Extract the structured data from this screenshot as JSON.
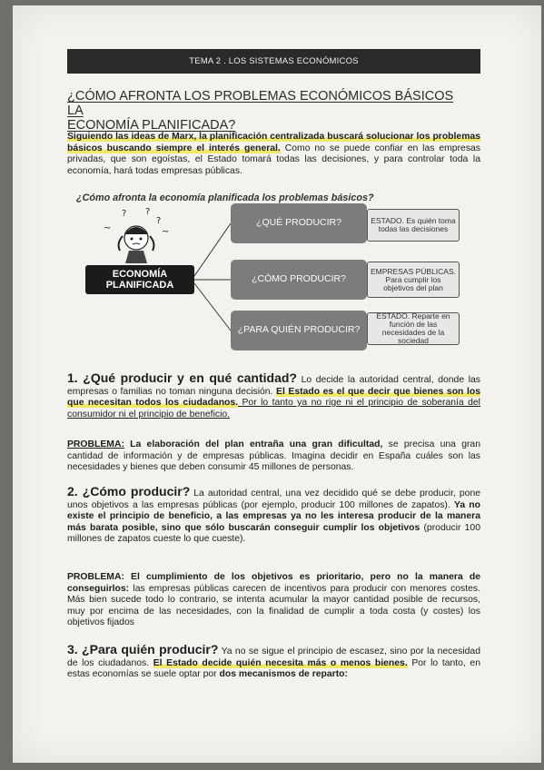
{
  "banner": "TEMA 2 . LOS SISTEMAS ECONÓMICOS",
  "title": {
    "line1": "¿CÓMO AFRONTA LOS PROBLEMAS ECONÓMICOS BÁSICOS LA",
    "line2": "ECONOMÍA PLANIFICADA?"
  },
  "intro": {
    "bold": "Siguiendo las ideas de Marx, la planificación centralizada buscará solucionar los problemas básicos buscando siempre el interés general.",
    "rest": " Como no se puede confiar en las empresas privadas, que son egoístas, el Estado tomará todas las decisiones, y para controlar toda la economía, hará todas empresas públicas."
  },
  "diagram": {
    "title": "¿Cómo afronta la economía planificada los problemas básicos?",
    "center": "ECONOMÍA PLANIFICADA",
    "questions": [
      "¿QUÉ PRODUCIR?",
      "¿CÓMO PRODUCIR?",
      "¿PARA QUIÉN PRODUCIR?"
    ],
    "answers": [
      "ESTADO. Es quién toma todas las decisiones",
      "EMPRESAS PÚBLICAS. Para cumplir los objetivos del plan",
      "ESTADO. Reparte en función de las necesidades de la sociedad"
    ]
  },
  "s1": {
    "heading": "1. ¿Qué producir y en qué cantidad?",
    "t1": " Lo decide la autoridad central, donde las empresas o familias no toman ninguna decisión. ",
    "t2": "El Estado es el que decir que bienes son los que necesitan todos los ciudadanos.",
    "t3": " Por lo tanto ya no rige ni el principio de soberanía del consumidor ni el principio de beneficio."
  },
  "p1": {
    "label": "PROBLEMA:",
    "bold": " La elaboración del plan entraña una gran dificultad,",
    "rest": " se precisa una gran cantidad de información y de empresas públicas. Imagina decidir en España cuáles son las necesidades y bienes que deben consumir 45 millones de personas."
  },
  "s2": {
    "heading": "2. ¿Cómo producir?",
    "t1": " La autoridad central, una vez decidido qué se debe producir, pone unos objetivos a las empresas públicas (por ejemplo, producir 100 millones de zapatos). ",
    "t2": "Ya no existe el principio de beneficio, a las empresas ya no les interesa producir de la manera más barata posible, sino que sólo buscarán conseguir cumplir los objetivos",
    "t3": " (producir 100 millones de zapatos cueste lo que cueste)."
  },
  "p2": {
    "label": "PROBLEMA:",
    "bold": " El cumplimiento de los objetivos es prioritario, pero no la manera de conseguirlos:",
    "rest": " las empresas públicas carecen de incentivos para producir con menores costes. Más bien sucede todo lo contrario, se intenta acumular la mayor cantidad posible de recursos, muy por encima de las necesidades, con la finalidad de cumplir a toda costa (y costes) los objetivos fijados"
  },
  "s3": {
    "heading": "3. ¿Para quién producir?",
    "t1": " Ya no se sigue el principio de escasez, sino por la necesidad de los ciudadanos. ",
    "t2": "El Estado decide quién necesita más o menos bienes.",
    "t3": " Por lo tanto, en estas economías se suele optar por ",
    "t4": "dos mecanismos de reparto:"
  }
}
